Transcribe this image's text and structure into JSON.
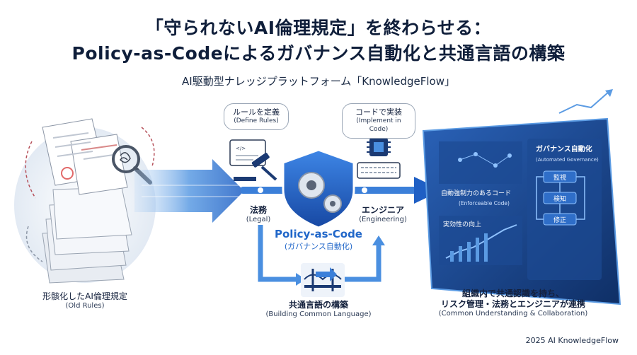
{
  "title_line1": "「守られないAI倫理規定」を終わらせる：",
  "title_line2": "Policy-as-Codeによるガバナンス自動化と共通言語の構築",
  "subtitle": "AI駆動型ナレッジプラットフォーム「KnowledgeFlow」",
  "bubble_define": {
    "jp": "ルールを定義",
    "en": "(Define Rules)"
  },
  "bubble_implement": {
    "jp": "コードで実装",
    "en": "(Implement in Code)"
  },
  "legal": {
    "jp": "法務",
    "en": "(Legal)"
  },
  "engineering": {
    "jp": "エンジニア",
    "en": "(Engineering)"
  },
  "policy_as_code": {
    "main": "Policy-as-Code",
    "sub": "(ガバナンス自動化)"
  },
  "common_language": {
    "jp": "共通言語の構築",
    "en": "(Building Common Language)"
  },
  "old_rules": {
    "jp": "形骸化したAI倫理規定",
    "en": "(Old Rules)"
  },
  "dashboard": {
    "governance_title": "ガバナンス自動化",
    "governance_en": "(Automated Governance)",
    "steps": [
      "監視",
      "検知",
      "修正"
    ],
    "enforceable": "自動強制力のあるコード",
    "enforceable_en": "(Enforceable Code)",
    "effectiveness": "実効性の向上"
  },
  "outcome": {
    "line1": "組織内で共通認識を持ち、",
    "line2": "リスク管理・法務とエンジニアが連携",
    "en": "(Common Understanding & Collaboration)"
  },
  "copyright": "2025 AI KnowledgeFlow",
  "colors": {
    "accent": "#2167c9",
    "dark": "#0f1e3a",
    "panel": "#163a78"
  }
}
